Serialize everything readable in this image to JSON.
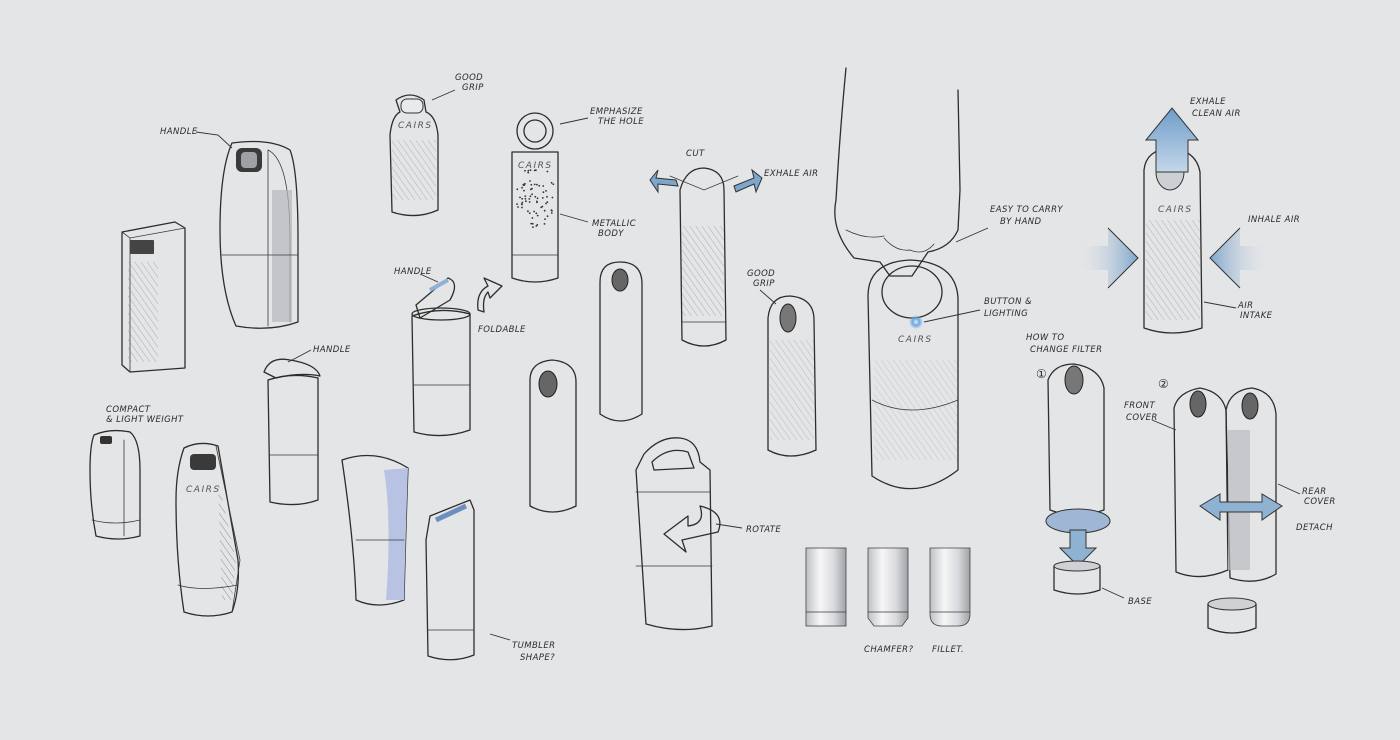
{
  "brand": "CAIRS",
  "labels": {
    "handle_1": "HANDLE",
    "compact": "COMPACT",
    "compact2": "& LIGHT WEIGHT",
    "good_grip_1a": "GOOD",
    "good_grip_1b": "GRIP",
    "emphasize_a": "EMPHASIZE",
    "emphasize_b": "THE HOLE",
    "metallic_a": "METALLIC",
    "metallic_b": "BODY",
    "handle_2": "HANDLE",
    "foldable": "FOLDABLE",
    "handle_3": "HANDLE",
    "cut": "CUT",
    "exhale_air": "EXHALE AIR",
    "good_grip_2a": "GOOD",
    "good_grip_2b": "GRIP",
    "rotate": "ROTATE",
    "tumbler_a": "TUMBLER",
    "tumbler_b": "SHAPE?",
    "easy_carry_a": "EASY TO CARRY",
    "easy_carry_b": "BY HAND",
    "button_a": "BUTTON &",
    "button_b": "LIGHTING",
    "chamfer": "CHAMFER?",
    "fillet": "FILLET.",
    "exhale_clean_a": "EXHALE",
    "exhale_clean_b": "CLEAN AIR",
    "inhale_air": "INHALE AIR",
    "air_intake_a": "AIR",
    "air_intake_b": "INTAKE",
    "how_to_a": "HOW TO",
    "how_to_b": "CHANGE FILTER",
    "step1": "①",
    "step2": "②",
    "front_cover_a": "FRONT",
    "front_cover_b": "COVER",
    "rear_cover_a": "REAR",
    "rear_cover_b": "COVER",
    "detach": "DETACH",
    "base": "BASE"
  },
  "colors": {
    "background": "#e4e5e7",
    "accent_blue": "#8fb1d2",
    "ink": "#2d2d2d"
  }
}
